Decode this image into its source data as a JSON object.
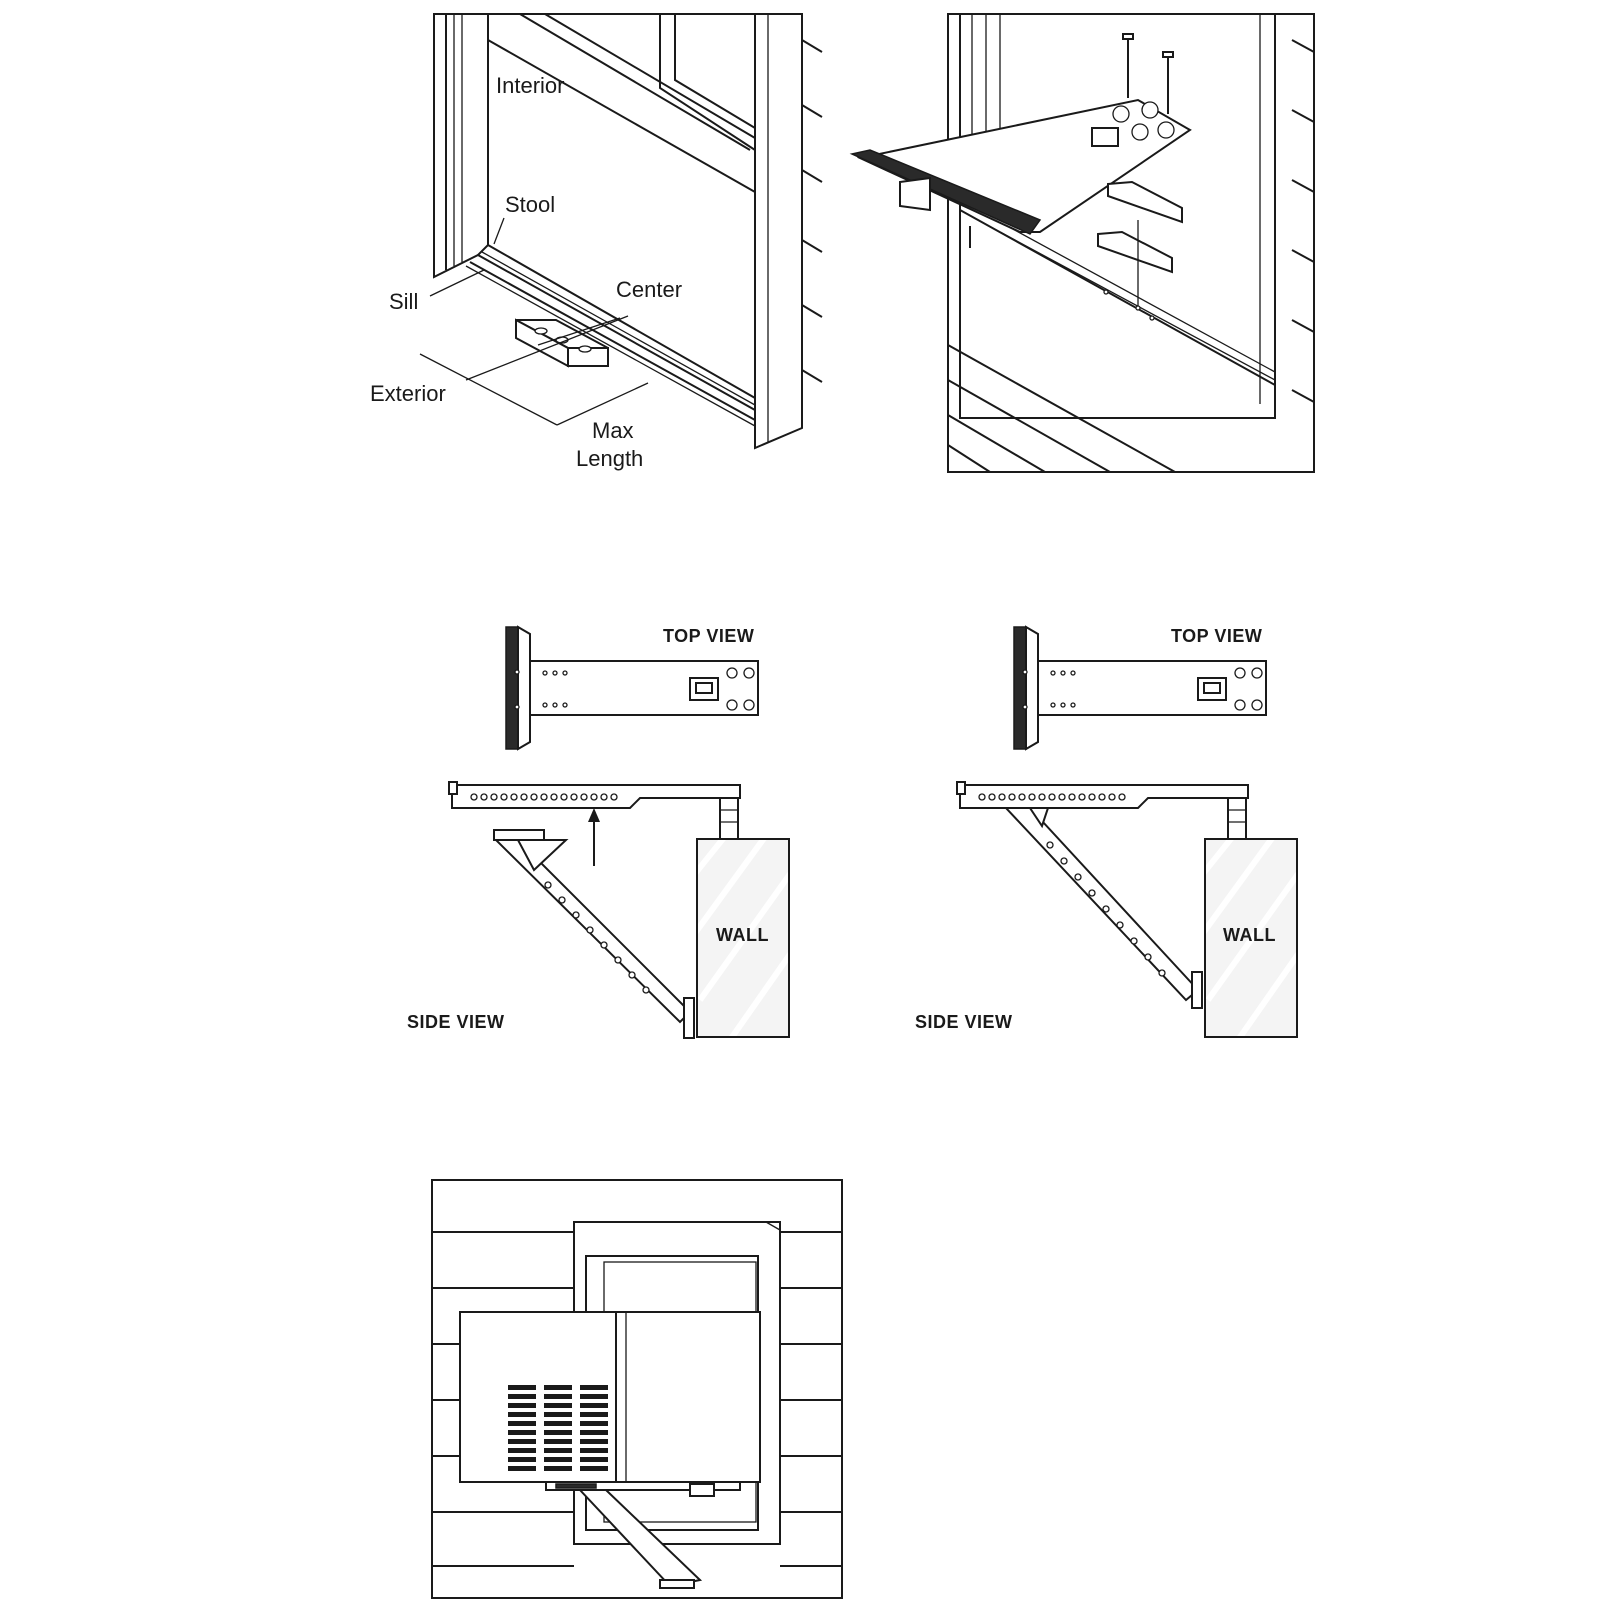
{
  "panel1": {
    "interior_label": "Interior",
    "stool_label": "Stool",
    "sill_label": "Sill",
    "center_label": "Center",
    "exterior_label": "Exterior",
    "max_label": "Max",
    "length_label": "Length"
  },
  "panel3": {
    "top_view_label": "TOP VIEW",
    "side_view_label": "SIDE VIEW",
    "wall_label": "WALL"
  },
  "panel4": {
    "top_view_label": "TOP VIEW",
    "side_view_label": "SIDE VIEW",
    "wall_label": "WALL"
  }
}
